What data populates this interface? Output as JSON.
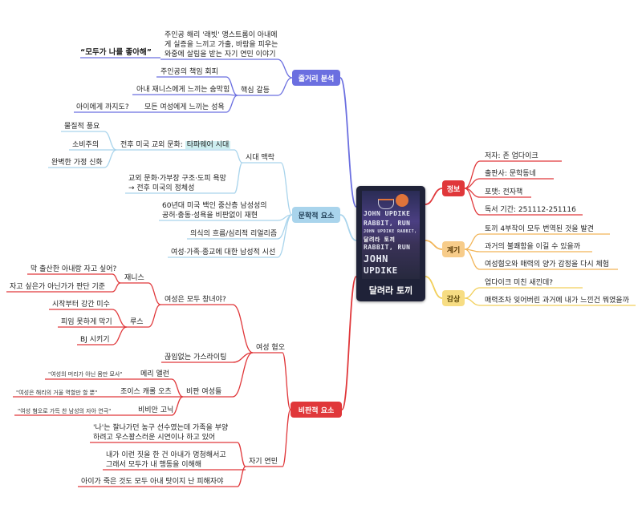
{
  "center": {
    "title": "달려라 토끼",
    "cover_lines": [
      "JOHN UPDIKE",
      "RABBIT, RUN",
      "JOHN UPDIKE RABBIT, RUN",
      "달려라 토끼",
      "RABBIT, RUN",
      "JOHN",
      "UPDIKE"
    ]
  },
  "branches": {
    "plot": {
      "hub": "줄거리 분석",
      "summary": [
        "주인공 해리 '래빗' 앵스트롬이 아내에",
        "게 실증을 느끼고 가출, 바람을 피우는",
        "와중에 살림을 받는 자기 연민 이야기"
      ],
      "quote": "“모두가 나를 좋아해”",
      "conflict": {
        "label": "핵심 갈등",
        "items": [
          "주인공의 책임 회피",
          "아내 재니스에게 느끼는 숨막힘",
          "모든 여성에게 느끼는 성욕"
        ],
        "sub": "아이에게 까지도?"
      }
    },
    "literary": {
      "hub": "문학적 요소",
      "context": {
        "label": "시대 맥락",
        "postwar_prefix": "전후 미국 교외 문화: ",
        "postwar_highlight": "타파웨어 시대",
        "postwar_items": [
          "물질적 풍요",
          "소비주의",
          "완벽한 가정 신화"
        ],
        "church": [
          "교외 문화·가부장 구조·도피 욕망",
          "→ 전후 미국의 정체성"
        ]
      },
      "middle_class": [
        "60년대 미국 백인 중산층 남성성의",
        "공허·충동·성욕을 비판없이 재현"
      ],
      "style": "의식의 흐름/심리적 리얼리즘",
      "view": "여성·가족·종교에 대한 남성적 시선"
    },
    "critical": {
      "hub": "비판적 요소",
      "misogyny": {
        "label": "여성 혐오",
        "tools": {
          "label": "여성은 모두 창녀야?",
          "janice": {
            "label": "재니스",
            "items": [
              "막 출산한 아내랑 자고 싶어?",
              "자고 싶은가 아닌가가 판단 기준"
            ]
          },
          "ruth": {
            "label": "루스",
            "items": [
              "시작부터 강간 미수",
              "피임 못하게 막기",
              "BJ 시키기"
            ]
          }
        },
        "gaslighting": "끊임없는 가스라이팅",
        "critics": {
          "label": "비판 여성들",
          "items": [
            {
              "name": "메리 앨런",
              "quote": "\"여성의 머리가 아닌 몸만 묘사\""
            },
            {
              "name": "조이스 캐롤 오츠",
              "quote": "\"여성은 해리의 거울 역할만 할 뿐\""
            },
            {
              "name": "비비안 고닉",
              "quote": "\"여성 혐오로 가득 찬 남성의 자아 연극\""
            }
          ]
        }
      },
      "pity": {
        "label": "자기 연민",
        "items": [
          [
            "'나'는 잘나가던 농구 선수였는데 가족을 부양",
            "하려고 우스꽝스러운 시연이나 하고 있어"
          ],
          [
            "내가 이런 짓을 한 건 아내가 멍청해서고",
            "그래서 모두가 내 행동을 이해해"
          ],
          [
            "아이가 죽은 것도 모두 아내 탓이지 난 피해자야"
          ]
        ]
      }
    },
    "info": {
      "hub": "정보",
      "items": [
        "저자: 존 업다이크",
        "출판사: 문학동네",
        "포맷: 전자책",
        "독서 기간: 251112-251116"
      ]
    },
    "motive": {
      "hub": "계기",
      "items": [
        "토끼 4부작이 모두 번역된 것을 발견",
        "과거의 불쾌함을 이길 수 있을까",
        "여성혐오와 매력의 양가 감정을 다시 체험"
      ]
    },
    "impression": {
      "hub": "감상",
      "items": [
        "업다이크 미친 새낀데?",
        "매력조차 잊어버린 과거에 내가 느낀건 뭐였을까"
      ]
    }
  },
  "colors": {
    "plot": "#6b6fe0",
    "literary": "#a9d4ec",
    "critical": "#e0373a",
    "info": "#e0373a",
    "motive": "#f2b558",
    "impression": "#f2cf5a"
  }
}
